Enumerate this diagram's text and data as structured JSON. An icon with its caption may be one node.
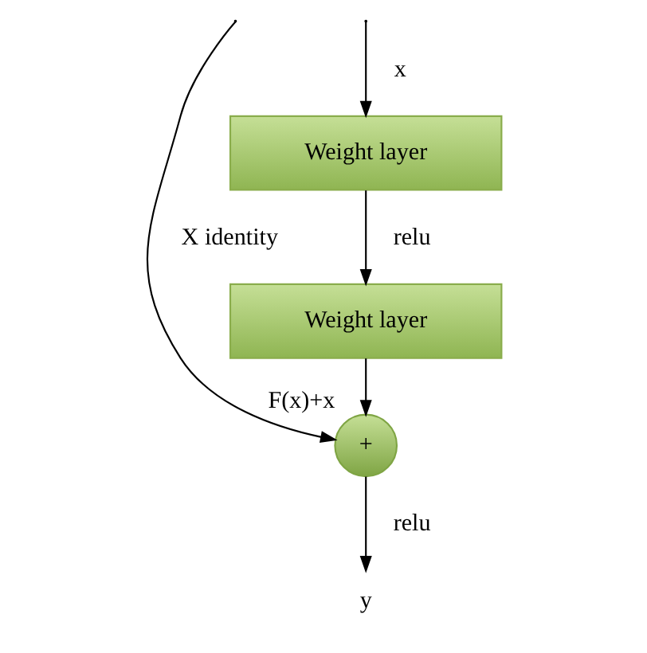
{
  "diagram": {
    "nodes": [
      {
        "text": [
          "Weight layer"
        ]
      },
      {
        "text": [
          "Weight layer"
        ]
      },
      {
        "text": [
          "+"
        ],
        "beside": [
          "F(x)+x"
        ]
      },
      {
        "text": [
          "y"
        ]
      }
    ],
    "edges": [
      {
        "from": null,
        "to": 0,
        "arrow": "to",
        "label": "x"
      },
      {
        "from": 0,
        "to": 1,
        "arrow": "to",
        "label": "relu"
      },
      {
        "from": 1,
        "to": 2,
        "arrow": "to"
      },
      {
        "from": null,
        "to": 2,
        "arrow": "to",
        "label": "X identity"
      },
      {
        "from": 2,
        "to": 3,
        "arrow": "to",
        "label": "relu"
      }
    ]
  }
}
